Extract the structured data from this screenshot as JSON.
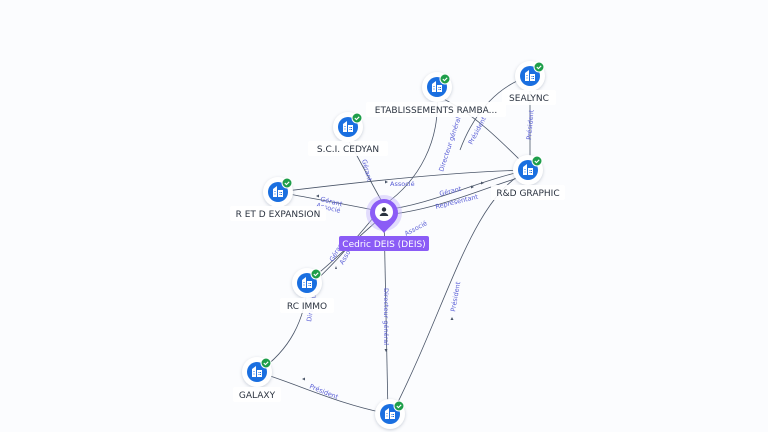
{
  "graph": {
    "center": {
      "label": "Cedric DEIS (DEIS)",
      "icon": "person-icon",
      "color": "#8b5cf6"
    },
    "companies": [
      {
        "id": "etablissements",
        "label": "ETABLISSEMENTS RAMBA..."
      },
      {
        "id": "sealync",
        "label": "SEALYNC"
      },
      {
        "id": "sci-cedyan",
        "label": "S.C.I. CEDYAN"
      },
      {
        "id": "rd-graphic",
        "label": "R&D GRAPHIC"
      },
      {
        "id": "r-et-d-expansion",
        "label": "R ET D EXPANSION"
      },
      {
        "id": "rc-immo",
        "label": "RC IMMO"
      },
      {
        "id": "galaxy",
        "label": "GALAXY"
      },
      {
        "id": "bottom-company",
        "label": ""
      }
    ],
    "relations": [
      {
        "id": "r1",
        "label": "Gérant"
      },
      {
        "id": "r2",
        "label": "Directeur général"
      },
      {
        "id": "r3",
        "label": "Président"
      },
      {
        "id": "r4",
        "label": "Président"
      },
      {
        "id": "r5",
        "label": "Associé"
      },
      {
        "id": "r6",
        "label": "Gérant"
      },
      {
        "id": "r7",
        "label": "Associé"
      },
      {
        "id": "r8",
        "label": "Gérant"
      },
      {
        "id": "r9",
        "label": "Représentant"
      },
      {
        "id": "r10",
        "label": "Associé"
      },
      {
        "id": "r11",
        "label": "Associé"
      },
      {
        "id": "r12",
        "label": "Gérant"
      },
      {
        "id": "r13",
        "label": "Directeur général"
      },
      {
        "id": "r14",
        "label": "Président"
      },
      {
        "id": "r15",
        "label": "Président"
      },
      {
        "id": "r16",
        "label": "Directeur"
      }
    ],
    "colors": {
      "company_icon": "#1a6fe0",
      "check": "#1e9e4a",
      "edge": "#4a5568",
      "edge_label": "#5a5fd6"
    }
  }
}
